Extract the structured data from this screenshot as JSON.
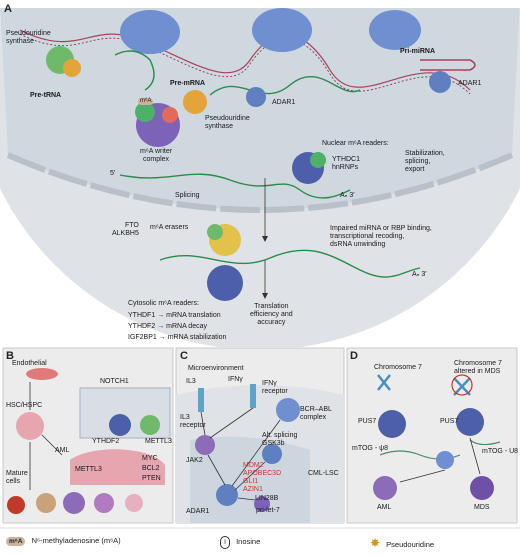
{
  "panels": {
    "a": {
      "letter": "A",
      "pseudouridine_synthase": "Pseudouridine\nsynthase",
      "pre_trna": "Pre-tRNA",
      "pre_mrna": "Pre-mRNA",
      "m6a": "m⁶A",
      "m6a_writer_complex": "m⁶A writer\ncomplex",
      "adar1_center": "ADAR1",
      "pseudouridine_synthase_center": "Pseudouridine\nsynthase",
      "pri_mirna": "Pri-miRNA",
      "adar1_right": "ADAR1",
      "nuclear_readers_title": "Nuclear m⁶A readers:",
      "ythdc1": "YTHDC1\nhnRNPs",
      "stabilization": "Stabilization,\nsplicing,\nexport",
      "splicing": "Splicing",
      "poly_a": "Aₙ 3′",
      "five_prime": "5′",
      "fto_alkbh5": "FTO\nALKBH5",
      "m6a_erasers": "m⁶A erasers",
      "impaired": "Impaired miRNA or RBP binding,\ntranscriptional recoding,\ndsRNA unwinding",
      "translation": "Translation\nefficiency and\naccuracy",
      "cytosolic_title": "Cytosolic m⁶A readers:",
      "readers": [
        {
          "name": "YTHDF1",
          "effect": "mRNA translation"
        },
        {
          "name": "YTHDF2",
          "effect": "mRNA decay"
        },
        {
          "name": "IGF2BP1",
          "effect": "mRNA stabilization"
        }
      ]
    },
    "b": {
      "letter": "B",
      "endothelial": "Endothelial",
      "notch1": "NOTCH1",
      "hsc": "HSC/HSPC",
      "ythdf2": "YTHDF2",
      "mettl3_top": "METTL3",
      "aml": "AML",
      "mettl3_aml": "METTL3",
      "targets": [
        "MYC",
        "BCL2",
        "PTEN"
      ],
      "mature": "Mature\ncells"
    },
    "c": {
      "letter": "C",
      "microenvironment": "Microenvironment",
      "il3": "IL3",
      "ifn": "IFNγ",
      "ifn_receptor": "IFNγ\nreceptor",
      "il3_receptor": "IL3\nreceptor",
      "bcr_abl": "BCR–ABL\ncomplex",
      "jak2": "JAK2",
      "alt_splicing": "Alt. splicing\nGSK3b",
      "targets": [
        "MDM2",
        "APOBEC3D",
        "GLI1",
        "AZIN1"
      ],
      "lin28b": "LIN28B",
      "pri_let7": "pri-let-7",
      "adar1": "ADAR1",
      "cml_lsc": "CML-LSC"
    },
    "d": {
      "letter": "D",
      "chrom7": "Chromosome 7",
      "chrom7_mds": "Chromosome 7\naltered in MDS",
      "pus7_left": "PUS7",
      "pus7_right": "PUS7",
      "mtog_left": "mTOG - ψ8",
      "mtog_right": "mTOG - U8",
      "aml": "AML",
      "mds": "MDS"
    }
  },
  "legend": {
    "m6a_symbol": "m⁶A",
    "m6a_label": "N⁶-methyladenosine (m⁶A)",
    "inosine_symbol": "I",
    "inosine_label": "Inosine",
    "pseudouridine_label": "Pseudouridine"
  },
  "colors": {
    "cell": "#dfe2e6",
    "nucleus": "#cdd6df",
    "rna": "#2c8a4a",
    "dna": "#a8425a",
    "protein_blue": "#5f7fc0",
    "m6a_tag": "#c9b39a",
    "star": "#d99422",
    "aml_pink": "#e6a6b0"
  }
}
